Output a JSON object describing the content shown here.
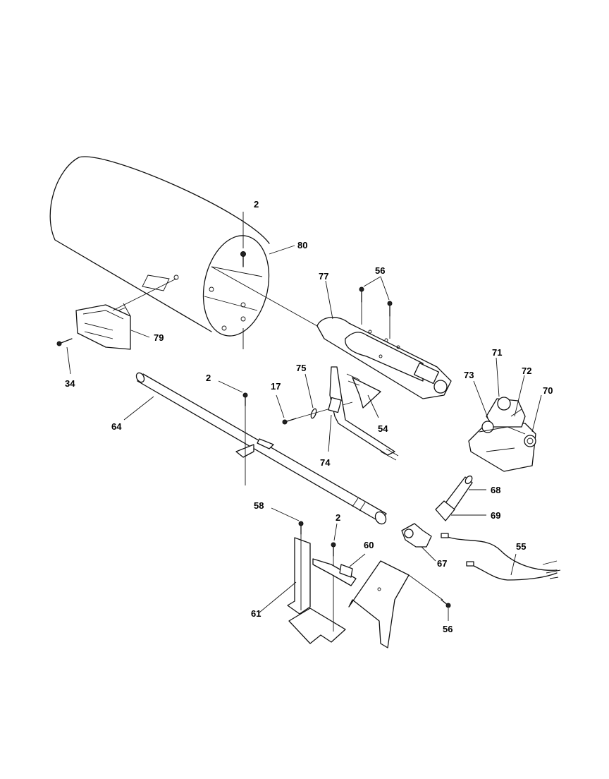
{
  "diagram": {
    "colors": {
      "line": "#111111",
      "background": "#ffffff"
    },
    "labels": {
      "drum": "80",
      "screw_drum": "2",
      "bracket_79": "79",
      "screw_34": "34",
      "burner_77": "77",
      "screw_56_top": "56",
      "valve_70": "70",
      "part_71": "71",
      "part_72": "72",
      "part_73": "73",
      "pipe_64": "64",
      "screw_mid": "2",
      "screw_17": "17",
      "washer_75": "75",
      "igniter_74": "74",
      "bracket_54": "54",
      "nipple_68": "68",
      "nut_69": "69",
      "harness_55": "55",
      "fitting_67": "67",
      "screw_58": "58",
      "screw_bottom": "2",
      "clip_60": "60",
      "bracket_61": "61",
      "screw_56_bottom": "56"
    }
  }
}
